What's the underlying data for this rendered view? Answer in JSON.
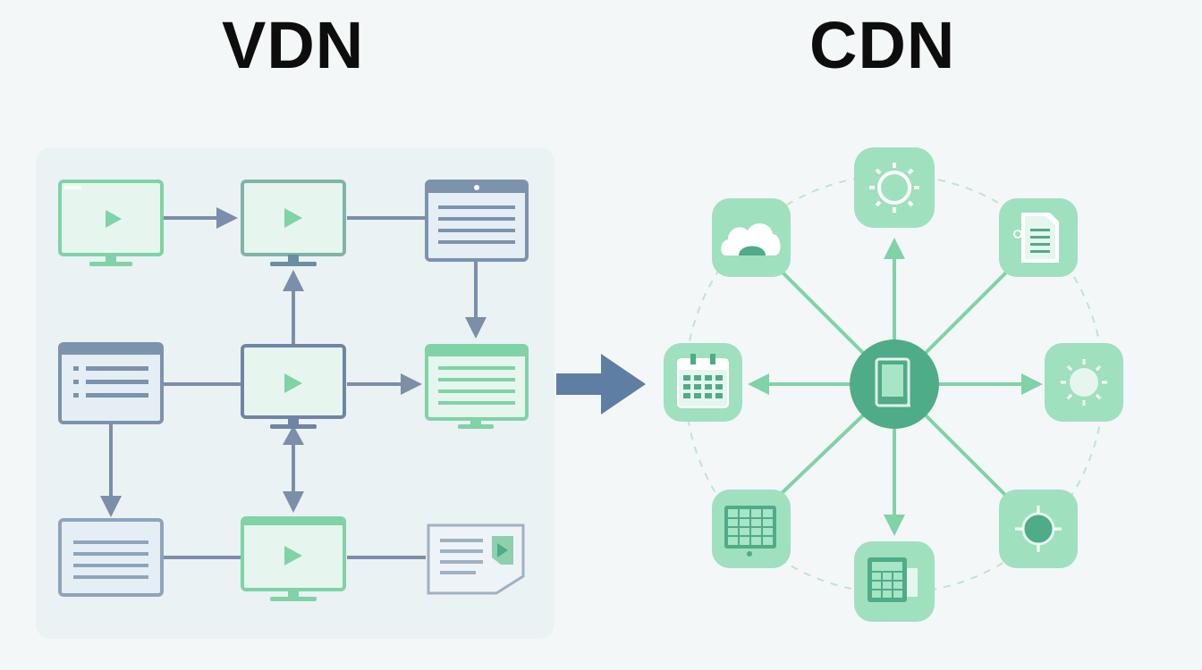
{
  "titles": {
    "left": "VDN",
    "right": "CDN"
  },
  "colors": {
    "background": "#f4f7f7",
    "panel": "#eaf2f4",
    "green_node": "#7fd3a5",
    "green_fill": "#e6f6ee",
    "blue_node": "#7b93ad",
    "blue_fill": "#e6eef5",
    "center_hub": "#4eac88",
    "connector_gray": "#7b8eaa",
    "connector_green": "#7fd3a5",
    "transition_arrow": "#5f7ea3"
  },
  "vdn_nodes": [
    {
      "id": "r1c1",
      "icon": "video-monitor-icon",
      "tone": "green"
    },
    {
      "id": "r1c2",
      "icon": "video-monitor-icon",
      "tone": "green"
    },
    {
      "id": "r1c3",
      "icon": "document-window-icon",
      "tone": "blue"
    },
    {
      "id": "r2c1",
      "icon": "list-window-icon",
      "tone": "blue"
    },
    {
      "id": "r2c2",
      "icon": "video-monitor-icon",
      "tone": "blue"
    },
    {
      "id": "r2c3",
      "icon": "list-monitor-icon",
      "tone": "green"
    },
    {
      "id": "r3c1",
      "icon": "document-window-icon",
      "tone": "blue"
    },
    {
      "id": "r3c2",
      "icon": "video-monitor-icon",
      "tone": "green"
    },
    {
      "id": "r3c3",
      "icon": "video-document-icon",
      "tone": "blue"
    }
  ],
  "cdn_nodes": [
    {
      "id": "top",
      "icon": "gear-sun-icon"
    },
    {
      "id": "top-right",
      "icon": "document-icon"
    },
    {
      "id": "right",
      "icon": "sun-icon"
    },
    {
      "id": "bottom-right",
      "icon": "target-icon"
    },
    {
      "id": "bottom",
      "icon": "calendar-grid-icon"
    },
    {
      "id": "bottom-left",
      "icon": "calendar-grid-icon"
    },
    {
      "id": "left",
      "icon": "calendar-icon"
    },
    {
      "id": "top-left",
      "icon": "cloud-icon"
    }
  ],
  "cdn_hub": {
    "icon": "book-icon"
  }
}
